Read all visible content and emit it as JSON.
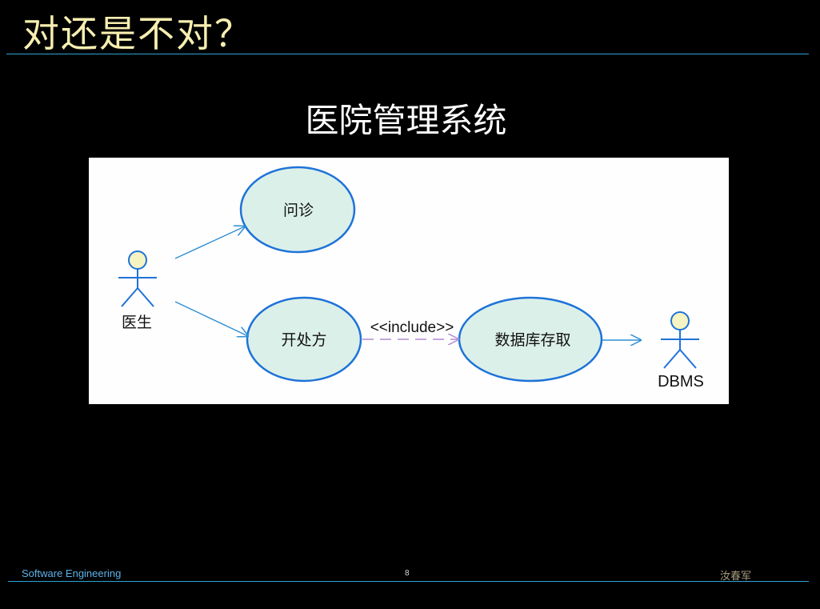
{
  "slide": {
    "title": "对还是不对？",
    "diagram_title": "医院管理系统"
  },
  "diagram": {
    "actors": [
      {
        "id": "doctor",
        "label": "医生"
      },
      {
        "id": "dbms",
        "label": "DBMS"
      }
    ],
    "use_cases": [
      {
        "id": "consult",
        "label": "问诊"
      },
      {
        "id": "prescribe",
        "label": "开处方"
      },
      {
        "id": "db_access",
        "label": "数据库存取"
      }
    ],
    "relations": [
      {
        "from": "doctor",
        "to": "consult",
        "type": "association"
      },
      {
        "from": "doctor",
        "to": "prescribe",
        "type": "association"
      },
      {
        "from": "prescribe",
        "to": "db_access",
        "type": "include",
        "label": "<<include>>"
      },
      {
        "from": "db_access",
        "to": "dbms",
        "type": "association"
      }
    ]
  },
  "footer": {
    "course": "Software Engineering",
    "page": "8",
    "author": "汝春军"
  },
  "colors": {
    "title": "#f7eeb0",
    "rule": "#2ea3d6",
    "use_case_fill": "#dcf0ea",
    "use_case_stroke": "#1e73d8",
    "actor_head": "#f6f4c2",
    "arrow": "#2f8fd6",
    "include_arrow": "#b08ad6"
  }
}
